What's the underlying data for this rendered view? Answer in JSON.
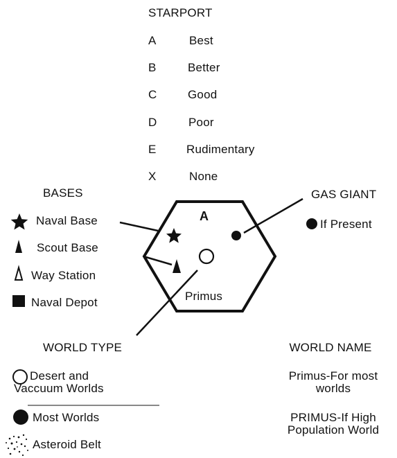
{
  "starport": {
    "title": "STARPORT",
    "rows": [
      {
        "code": "A",
        "label": "Best"
      },
      {
        "code": "B",
        "label": "Better"
      },
      {
        "code": "C",
        "label": "Good"
      },
      {
        "code": "D",
        "label": "Poor"
      },
      {
        "code": "E",
        "label": "Rudimentary"
      },
      {
        "code": "X",
        "label": "None"
      }
    ]
  },
  "bases": {
    "title": "BASES",
    "items": [
      {
        "icon": "star-icon",
        "label": "Naval Base"
      },
      {
        "icon": "filled-triangle-icon",
        "label": "Scout Base"
      },
      {
        "icon": "hollow-triangle-icon",
        "label": "Way Station"
      },
      {
        "icon": "filled-square-icon",
        "label": "Naval Depot"
      }
    ]
  },
  "gas_giant": {
    "title": "GAS GIANT",
    "item": "If Present"
  },
  "hex": {
    "starport_code": "A",
    "world_name": "Primus"
  },
  "world_type": {
    "title": "WORLD TYPE",
    "items": [
      {
        "icon": "hollow-circle-icon",
        "label": "Desert and Vaccuum Worlds",
        "line1": "Desert and",
        "line2": "Vaccuum Worlds"
      },
      {
        "icon": "filled-circle-icon",
        "label": "Most Worlds"
      },
      {
        "icon": "asteroid-dots-icon",
        "label": "Asteroid Belt"
      }
    ]
  },
  "world_name": {
    "title": "WORLD NAME",
    "normal_line1": "Primus-For most",
    "normal_line2": "worlds",
    "high_line1": "PRIMUS-If High",
    "high_line2": "Population World"
  }
}
